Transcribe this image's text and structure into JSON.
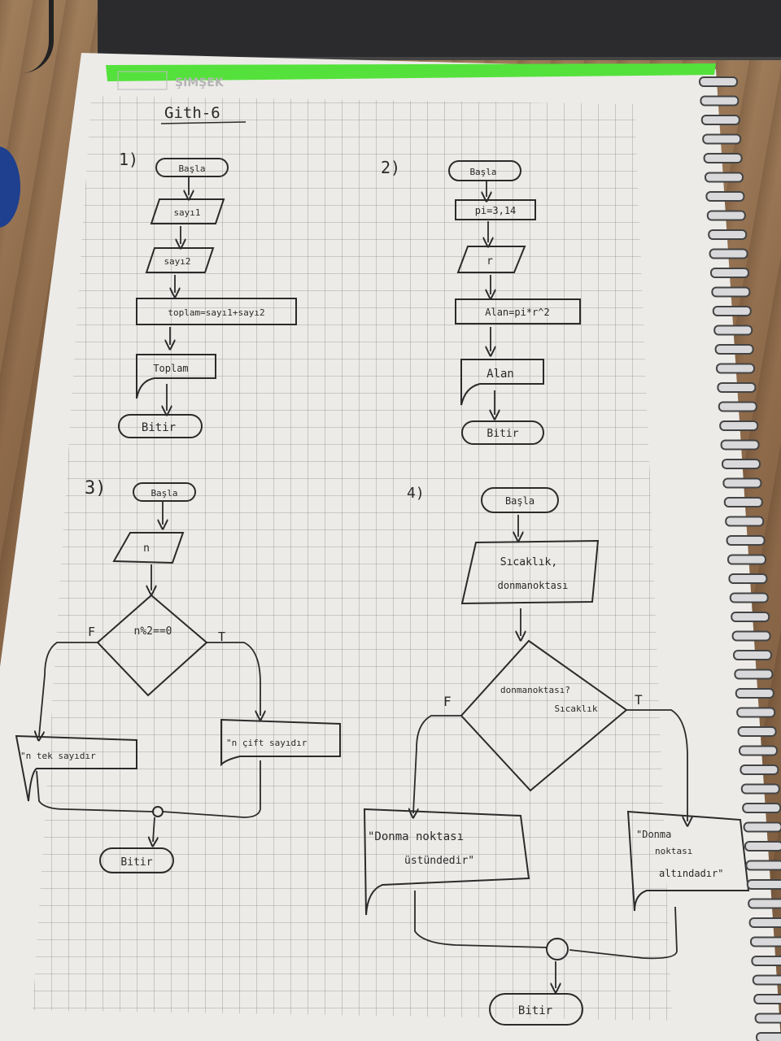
{
  "header": {
    "brand": "ŞIMŞEK",
    "title": "Gith-6"
  },
  "flow1": {
    "number": "1)",
    "start": "Başla",
    "input1": "sayı1",
    "input2": "sayı2",
    "process": "toplam=sayı1+sayı2",
    "output": "Toplam",
    "end": "Bitir"
  },
  "flow2": {
    "number": "2)",
    "start": "Başla",
    "process1": "pi=3,14",
    "input": "r",
    "process2": "Alan=pi*r^2",
    "output": "Alan",
    "end": "Bitir"
  },
  "flow3": {
    "number": "3)",
    "start": "Başla",
    "input": "n",
    "decision": "n%2==0",
    "false_label": "F",
    "true_label": "T",
    "output_false": "\"n tek sayıdır",
    "output_true": "\"n çift sayıdır",
    "end": "Bitir"
  },
  "flow4": {
    "number": "4)",
    "start": "Başla",
    "input_line1": "Sıcaklık,",
    "input_line2": "donmanoktası",
    "decision_line1": "donmanoktası?",
    "decision_line2": "Sıcaklık",
    "false_label": "F",
    "true_label": "T",
    "output_false_line1": "\"Donma noktası",
    "output_false_line2": "üstündedir\"",
    "output_true_line1": "\"Donma",
    "output_true_line2": "noktası",
    "output_true_line3": "altındadır\"",
    "end": "Bitir"
  }
}
